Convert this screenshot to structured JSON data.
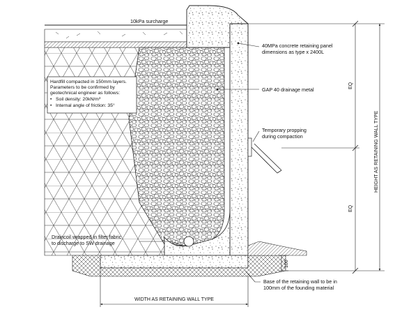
{
  "labels": {
    "surcharge": "10kPa surcharge",
    "panel_line1": "40MPa concrete retaining panel",
    "panel_line2": "dimensions as type x 2400L",
    "drainage_metal": "GAP 40 drainage metal",
    "propping_line1": "Temporary propping",
    "propping_line2": "during compaction",
    "draincoil_line1": "Draincoil wrapped in filter fabric",
    "draincoil_line2": "to discharge to SW drainage",
    "base_line1": "Base of the retaining wall to be in",
    "base_line2": "100mm of the founding material",
    "width_dim": "WIDTH AS RETAINING WALL TYPE",
    "height_dim": "HEIGHT AS RETAINING WALL TYPE",
    "eq_upper": "EQ",
    "eq_lower": "EQ",
    "base_dim": "100"
  },
  "note": {
    "line1": "Hardfill compacted in 150mm layers.",
    "line2": "Parameters to be confirmed by",
    "line3": "geotechnical engineer as follows:",
    "bullet1": "Soil density: 20kN/m³",
    "bullet2": "Internal angle of friction: 35°"
  },
  "colors": {
    "ink": "#222222",
    "paper": "#ffffff",
    "gravel_fill": "#e9e9e9"
  }
}
